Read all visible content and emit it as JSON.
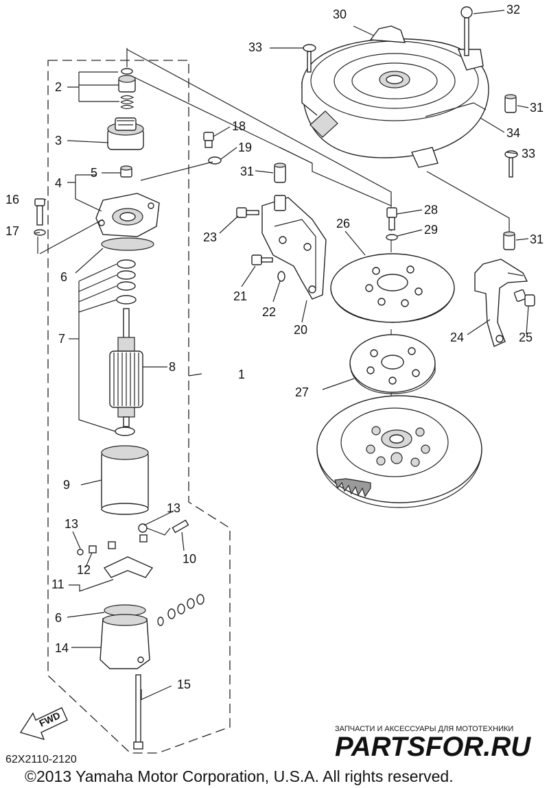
{
  "diagram": {
    "code": "62X2110-2120",
    "copyright": "©2013 Yamaha Motor Corporation, U.S.A. All rights reserved.",
    "fwd_label": "FWD",
    "watermark": {
      "small": "ЗАПЧАСТИ И АКСЕССУАРЫ ДЛЯ МОТОТЕХНИКИ",
      "logo": "PARTSFOR.RU"
    },
    "callouts": {
      "c1": "1",
      "c2": "2",
      "c3": "3",
      "c4": "4",
      "c5": "5",
      "c6": "6",
      "c6b": "6",
      "c7": "7",
      "c8": "8",
      "c9": "9",
      "c10": "10",
      "c11": "11",
      "c12": "12",
      "c13": "13",
      "c13b": "13",
      "c14": "14",
      "c15": "15",
      "c16": "16",
      "c17": "17",
      "c18": "18",
      "c19": "19",
      "c20": "20",
      "c21": "21",
      "c22": "22",
      "c23": "23",
      "c24": "24",
      "c25": "25",
      "c26": "26",
      "c27": "27",
      "c28": "28",
      "c29": "29",
      "c30": "30",
      "c31": "31",
      "c31b": "31",
      "c31c": "31",
      "c32": "32",
      "c33": "33",
      "c33b": "33",
      "c34": "34"
    }
  }
}
